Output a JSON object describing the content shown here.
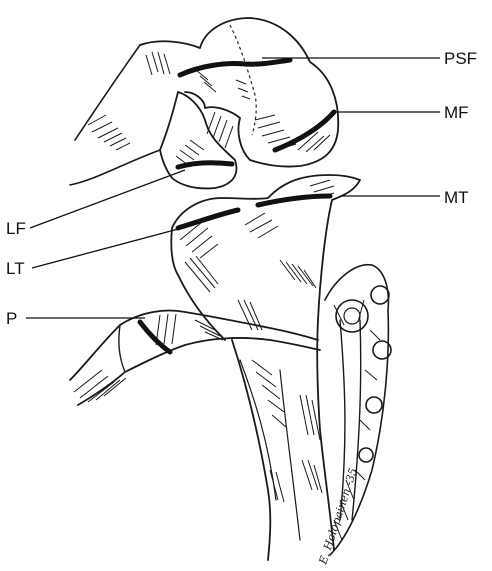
{
  "labels": {
    "psf": "PSF",
    "mf": "MF",
    "mt": "MT",
    "lf": "LF",
    "lt": "LT",
    "p": "P"
  },
  "signature": "E. Holopainen -35"
}
